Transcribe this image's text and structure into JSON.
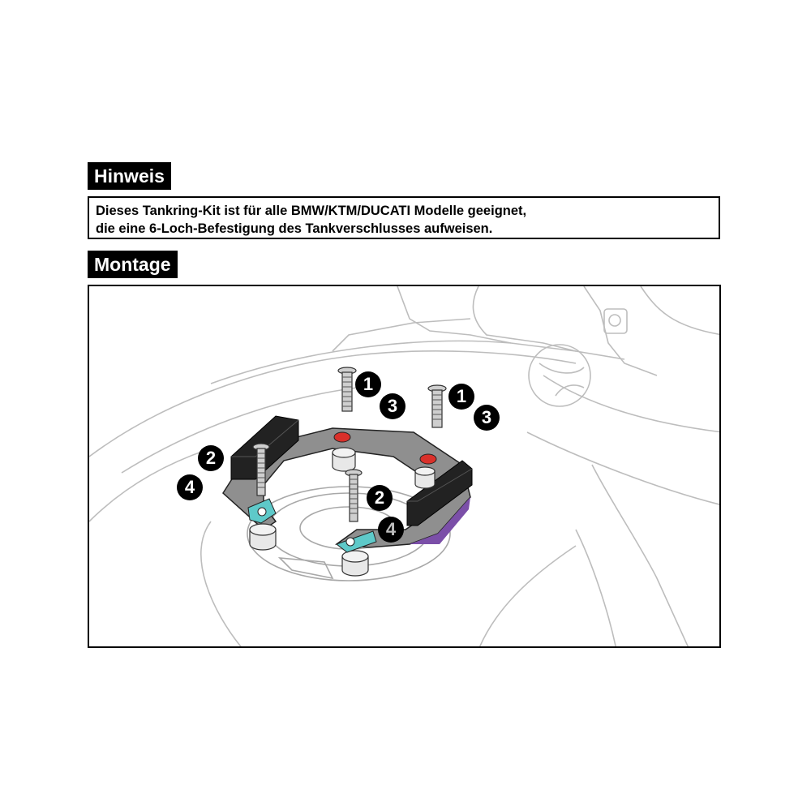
{
  "hinweis": {
    "title": "Hinweis",
    "lines": [
      "Dieses Tankring-Kit ist für alle BMW/KTM/DUCATI Modelle geeignet,",
      "die eine 6-Loch-Befestigung des Tankverschlusses aufweisen."
    ]
  },
  "montage": {
    "title": "Montage",
    "callouts": [
      "1",
      "3",
      "1",
      "3",
      "2",
      "4",
      "2",
      "4"
    ]
  },
  "colors": {
    "accent_red": "#d9302a",
    "accent_teal": "#5ec9c9",
    "accent_purple": "#7b4fa8",
    "plate_grey": "#8f8f8f"
  }
}
